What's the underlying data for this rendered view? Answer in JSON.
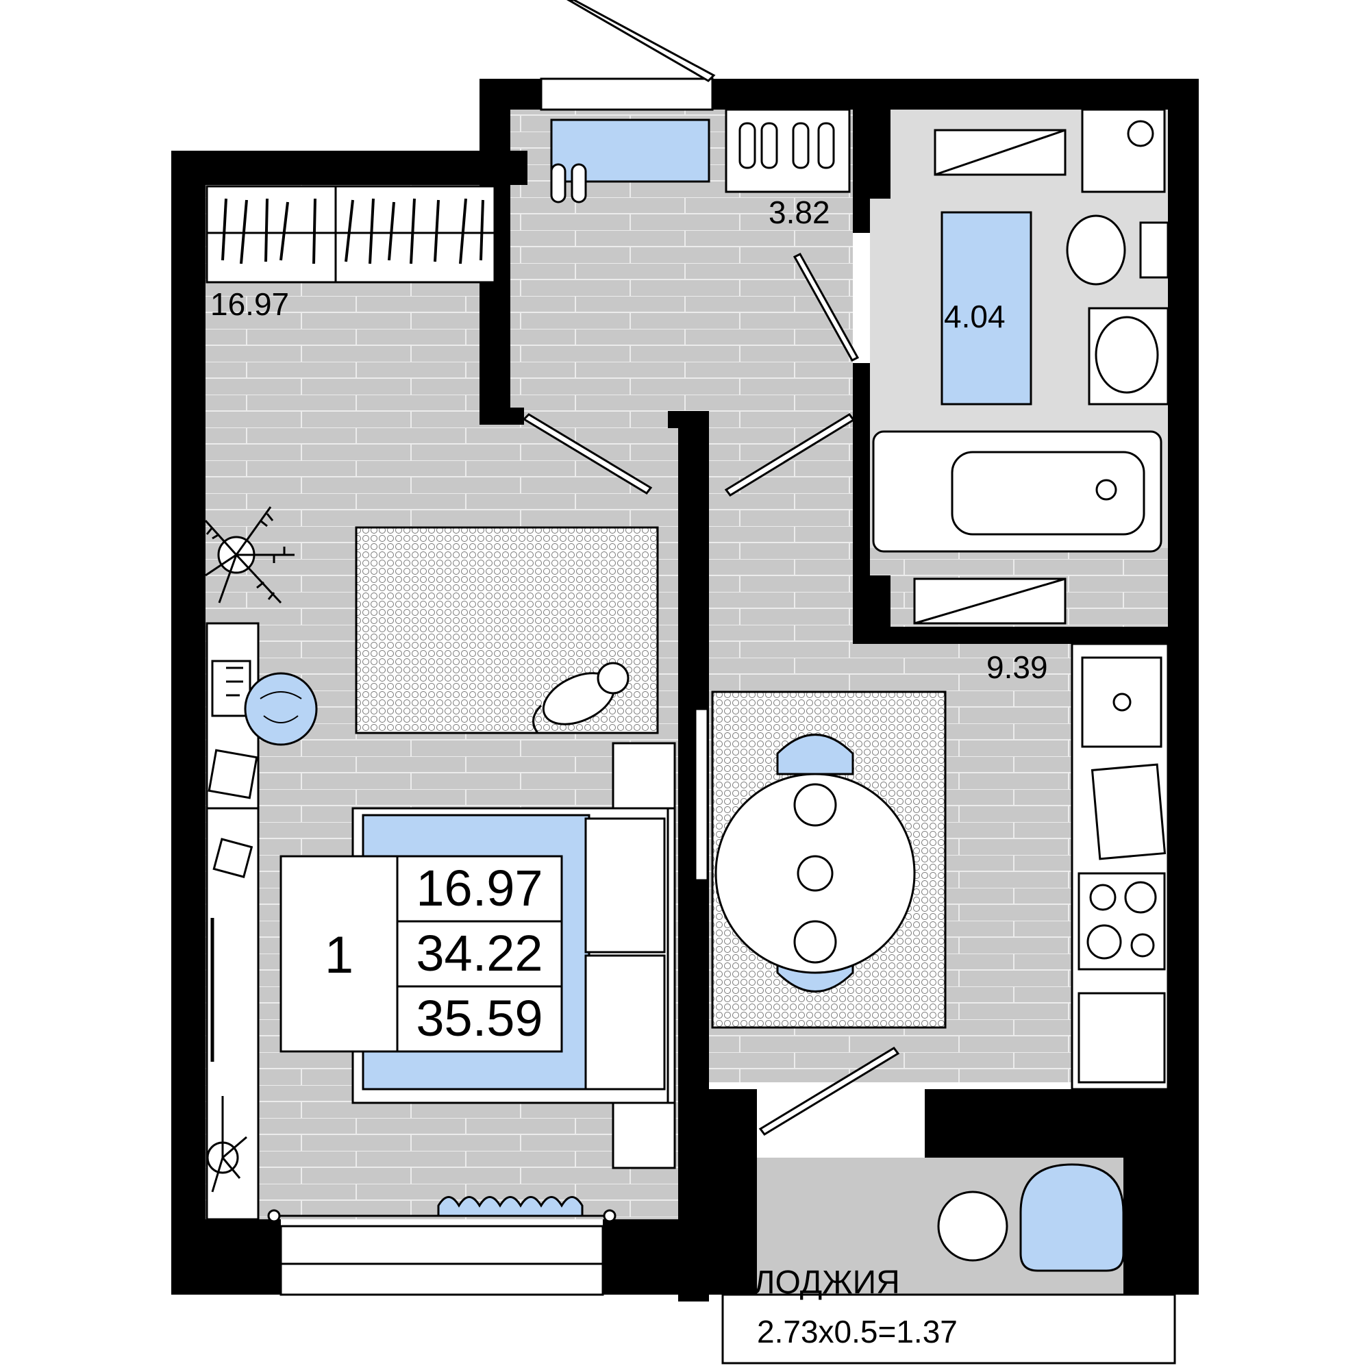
{
  "plan": {
    "rooms": [
      {
        "key": "bedroom",
        "area": "16.97"
      },
      {
        "key": "hall",
        "area": "3.82"
      },
      {
        "key": "bathroom",
        "area": "4.04"
      },
      {
        "key": "kitchen",
        "area": "9.39"
      }
    ],
    "loggia": {
      "title": "ЛОДЖИЯ",
      "formula": "2.73х0.5=1.37"
    },
    "summary": {
      "room_count": "1",
      "living_area": "16.97",
      "total_area": "34.22",
      "total_with_loggia": "35.59"
    }
  },
  "colors": {
    "wall": "#000000",
    "floor": "#c8c8c8",
    "accent": "#b7d4f5",
    "background": "#ffffff"
  }
}
